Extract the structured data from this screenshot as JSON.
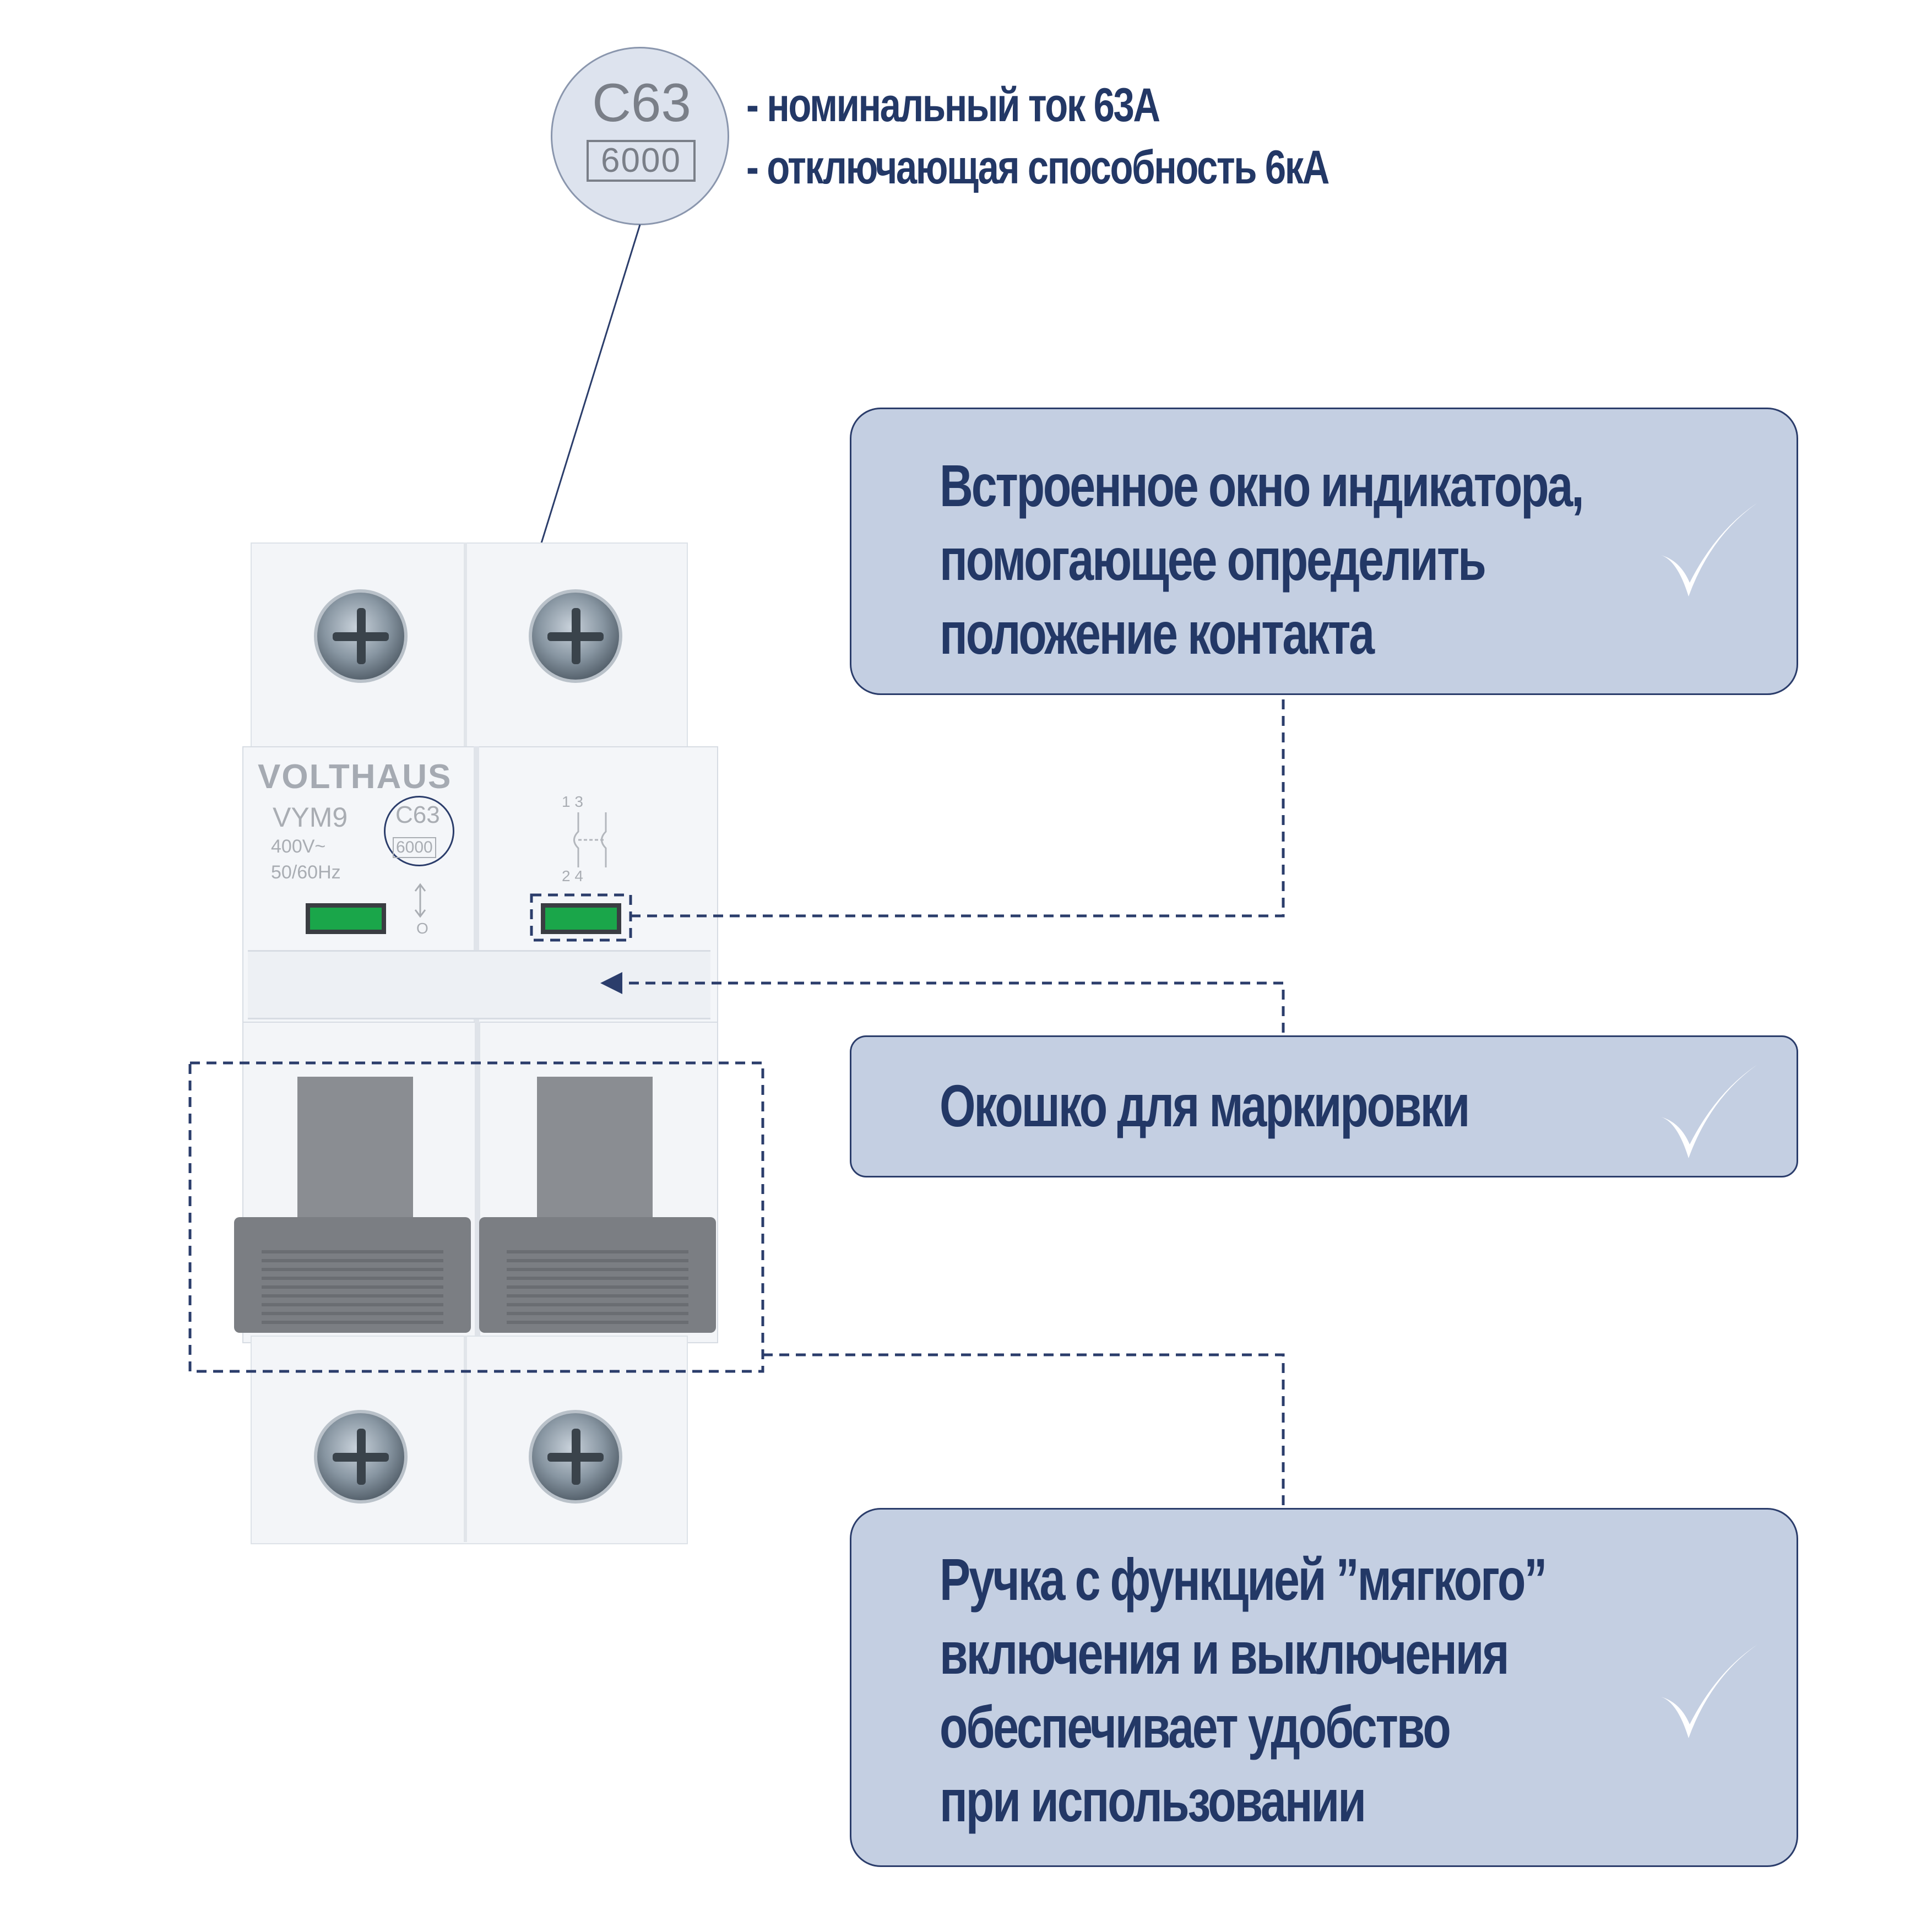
{
  "magnifier": {
    "rating": "C63",
    "breaking_capacity": "6000"
  },
  "specs": [
    "- номинальный ток 63А",
    "- отключающая способность 6кА"
  ],
  "breaker": {
    "brand": "VOLTHAUS",
    "model": "VYM9",
    "rating": "C63",
    "breaking_capacity": "6000",
    "voltage": "400V~",
    "frequency": "50/60Hz",
    "terminal_top": "1  3",
    "terminal_bottom": "2  4",
    "off_symbol": "O"
  },
  "callouts": [
    {
      "lines": [
        "Встроенное окно индикатора,",
        "помогающее определить",
        "положение контакта"
      ]
    },
    {
      "lines": [
        "Окошко для маркировки"
      ]
    },
    {
      "lines": [
        "Ручка с функцией ”мягкого”",
        "включения и выключения",
        "обеспечивает удобство",
        "при использовании"
      ]
    }
  ],
  "colors": {
    "callout_fill": "#c4cfe2",
    "callout_border": "#2b3d6b",
    "text_dark_blue": "#233866",
    "indicator_green": "#1aa64a",
    "handle_grey": "#8a8d92"
  },
  "icons": [
    "checkmark-icon",
    "screw-icon",
    "arrow-left-icon"
  ]
}
